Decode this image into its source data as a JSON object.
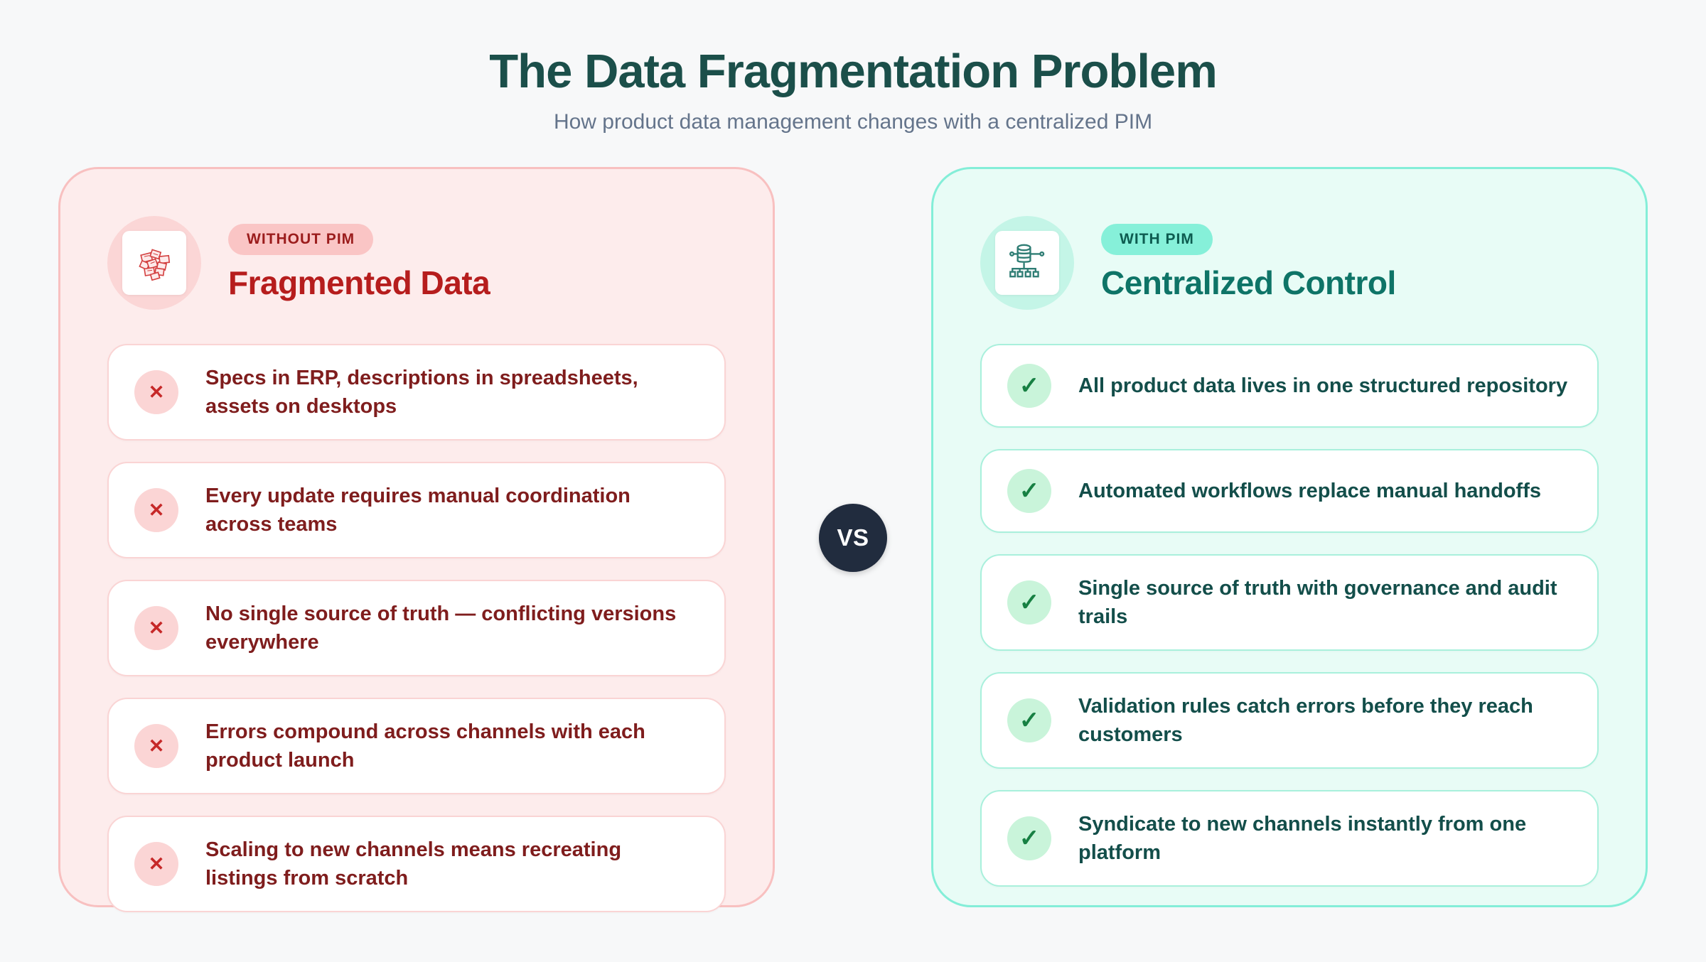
{
  "header": {
    "title": "The Data Fragmentation Problem",
    "subtitle": "How product data management changes with a centralized PIM"
  },
  "vs_label": "VS",
  "marks": {
    "negative": "✕",
    "positive": "✓"
  },
  "panels": {
    "without": {
      "badge": "WITHOUT PIM",
      "title": "Fragmented Data",
      "icon": "scattered-fragments-icon",
      "items": [
        "Specs in ERP, descriptions in spreadsheets, assets on desktops",
        "Every update requires manual coordination across teams",
        "No single source of truth — conflicting versions everywhere",
        "Errors compound across channels with each product launch",
        "Scaling to new channels means recreating listings from scratch"
      ]
    },
    "with": {
      "badge": "WITH PIM",
      "title": "Centralized Control",
      "icon": "central-database-icon",
      "items": [
        "All product data lives in one structured repository",
        "Automated workflows replace manual handoffs",
        "Single source of truth with governance and audit trails",
        "Validation rules catch errors before they reach customers",
        "Syndicate to new channels instantly from one platform"
      ]
    }
  },
  "colors": {
    "page_background": "#f7f8f9",
    "title": "#1b4f4a",
    "subtitle": "#64748b",
    "negative_accent": "#b61d1d",
    "negative_text": "#7f1d1d",
    "negative_panel_bg": "#fdecec",
    "negative_panel_border": "#f8c0c0",
    "negative_badge_bg": "#fac5c5",
    "positive_accent": "#0e7467",
    "positive_text": "#134e4a",
    "positive_panel_bg": "#e8fcf6",
    "positive_panel_border": "#84eed8",
    "positive_badge_bg": "#86f0d9",
    "vs_bg": "#212c3e"
  }
}
